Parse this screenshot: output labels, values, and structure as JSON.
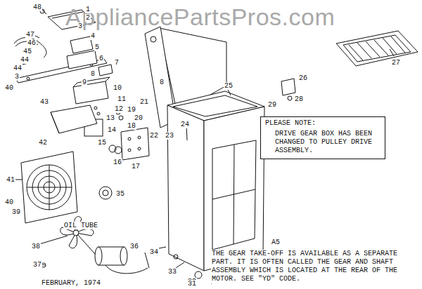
{
  "diagram": {
    "nodes": [
      {
        "text": [
          "PLEASE NOTE:",
          "DRIVE GEAR BOX HAS BEEN CHANGED TO PULLEY DRIVE ASSEMBLY."
        ]
      }
    ],
    "labels": [
      "AppliancePartsPros.com",
      "48",
      "1",
      "2",
      "3",
      "47",
      "46",
      "45",
      "44",
      "4",
      "5",
      "6",
      "7",
      "8",
      "9",
      "44",
      "3",
      "40",
      "10",
      "11",
      "12",
      "13",
      "43",
      "14",
      "42",
      "19",
      "20",
      "18",
      "17",
      "16",
      "15",
      "35",
      "41",
      "40",
      "39",
      "38",
      "37",
      "36",
      "34",
      "33",
      "32",
      "31",
      "31",
      "21",
      "22",
      "23",
      "24",
      "8",
      "25",
      "29",
      "26",
      "28",
      "27",
      "A5",
      "OIL TUBE",
      "FEBRUARY, 1974",
      "THE GEAR TAKE-OFF IS AVAILABLE AS A SEPARATE PART. IT IS OFTEN CALLED THE GEAR AND SHAFT ASSEMBLY WHICH IS LOCATED AT THE REAR OF THE MOTOR. SEE \"YD\" CODE."
    ]
  }
}
